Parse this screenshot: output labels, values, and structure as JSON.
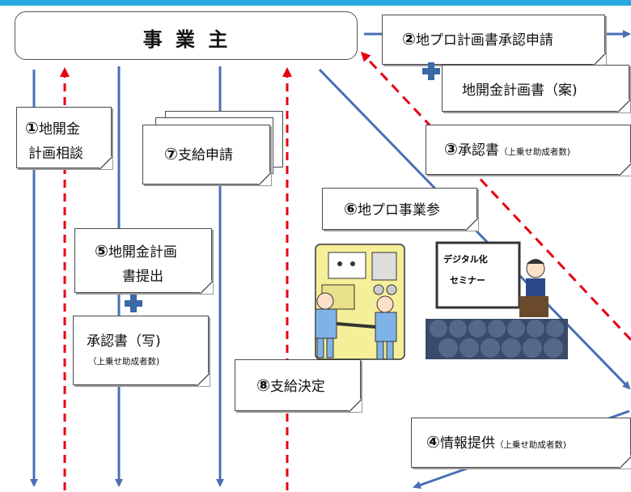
{
  "employer": {
    "label": "事 業 主"
  },
  "steps": {
    "s1": {
      "num": "①",
      "line1": "地開金",
      "line2": "計画相談"
    },
    "s2": {
      "num": "②",
      "label": "地プロ計画書承認申請"
    },
    "s2b": {
      "label": "地開金計画書（案)"
    },
    "s3": {
      "num": "③",
      "label": "承認書",
      "note": "（上乗せ助成者数)"
    },
    "s4": {
      "num": "④",
      "label": "情報提供",
      "note": "（上乗せ助成者数)"
    },
    "s5": {
      "num": "⑤",
      "line1": "地開金計画",
      "line2": "書提出"
    },
    "s5b": {
      "label": "承認書（写)",
      "note": "（上乗せ助成者数)"
    },
    "s6": {
      "num": "⑥",
      "label": "地プロ事業参"
    },
    "s7": {
      "num": "⑦",
      "label": "支給申請"
    },
    "s8": {
      "num": "⑧",
      "label": "支給決定"
    }
  },
  "seminar": {
    "line1": "デジタル化",
    "line2": "セミナー"
  },
  "colors": {
    "blue_line": "#4a6fb5",
    "red_dash": "#e60012",
    "accent": "#29a9e0",
    "plus": "#3a6aa6"
  }
}
